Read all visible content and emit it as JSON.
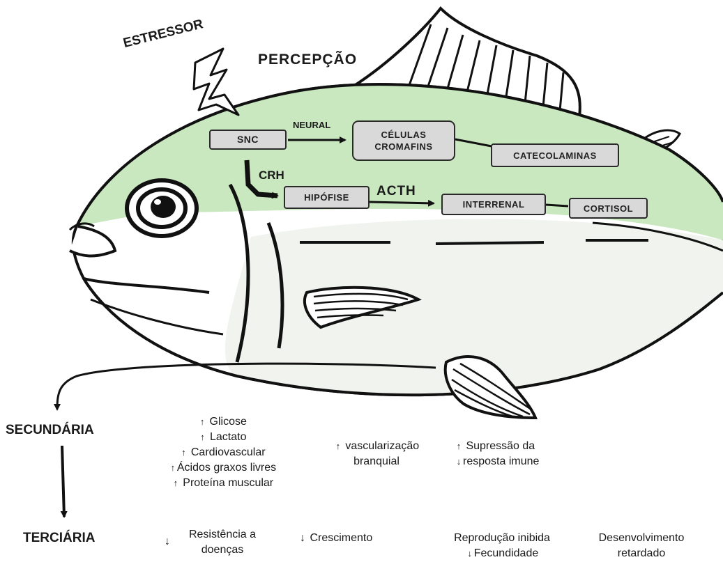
{
  "stressor": "ESTRESSOR",
  "perception": "PERCEPÇÃO",
  "nodes": {
    "snc": "SNC",
    "cromafins_1": "CÉLULAS",
    "cromafins_2": "CROMAFINS",
    "catecolaminas": "CATECOLAMINAS",
    "hipofise": "HIPÓFISE",
    "interrenal": "INTERRENAL",
    "cortisol": "CORTISOL"
  },
  "edges": {
    "neural": "NEURAL",
    "crh": "CRH",
    "acth": "ACTH"
  },
  "levels": {
    "secondary": "SECUNDÁRIA",
    "tertiary": "TERCIÁRIA"
  },
  "arrows": {
    "up": "↑",
    "down": "↓"
  },
  "secondary_effects": {
    "col1": [
      "Glicose",
      "Lactato",
      "Cardiovascular",
      "Ácidos graxos livres",
      "Proteína muscular"
    ],
    "col2": [
      "vascularização",
      "branquial"
    ],
    "col3": [
      "Supressão da",
      "resposta imune"
    ]
  },
  "tertiary_effects": {
    "resistance": [
      "Resistência a",
      "doenças"
    ],
    "growth": "Crescimento",
    "reproduction": [
      "Reprodução inibida",
      "Fecundidade"
    ],
    "development": [
      "Desenvolvimento",
      "retardado"
    ]
  },
  "colors": {
    "body_fill": "#c9e8bf",
    "belly_fill": "#f1f3ef",
    "box_fill": "#d9d9d9",
    "outline": "#111111"
  }
}
